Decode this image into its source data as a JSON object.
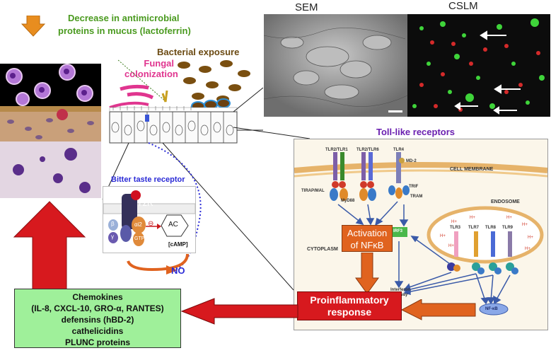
{
  "top": {
    "decrease_line1": "Decrease in antimicrobial",
    "decrease_line2": "proteins in mucus (lactoferrin)",
    "fungal_line1": "Fungal",
    "fungal_line2": "colonization",
    "bacterial": "Bacterial exposure"
  },
  "micro": {
    "sem": "SEM",
    "cslm": "CSLM"
  },
  "bitter": {
    "title": "Bitter taste receptor",
    "t2r": "T2R",
    "alpha": "αi2",
    "gtp": "GTP",
    "beta": "β",
    "gamma": "γ",
    "minus": "⊖",
    "ac": "AC",
    "camp": "[cAMP]",
    "no": "NO"
  },
  "tlr": {
    "title": "Toll-like receptors",
    "membrane": "CELL MEMBRANE",
    "endosome": "ENDOSOME",
    "cytoplasm": "CYTOPLASM",
    "tlr21": "TLR2/TLR1",
    "tlr26": "TLR2/TLR6",
    "tlr4": "TLR4",
    "md2": "MD-2",
    "tirap": "TIRAP/MAL",
    "myd88": "MyD88",
    "trif": "TRIF",
    "tram": "TRAM",
    "tlr3": "TLR3",
    "tlr7": "TLR7",
    "tlr8": "TLR8",
    "tlr9": "TLR9",
    "irf3": "IRF3",
    "interferon1": "Interferon",
    "interferon2": "Pathway",
    "nfkb_small": "NF-κB",
    "activation1": "Activation",
    "activation2": "of NFκB",
    "hplus": "H+"
  },
  "response": {
    "line1": "Proinflammatory",
    "line2": "response"
  },
  "chemokines": {
    "line1": "Chemokines",
    "line2": "(IL-8, CXCL-10, GRO-α, RANTES)",
    "line3": "defensins (hBD-2)",
    "line4": "cathelicidins",
    "line5": "PLUNC proteins"
  },
  "colors": {
    "green_text": "#4a9a1f",
    "magenta": "#e0358f",
    "brown": "#7a4f10",
    "purple": "#6a1fb0",
    "red_arrow": "#c8161a",
    "orange_box": "#e0631f",
    "chemokine_bg": "#9ff09a"
  }
}
